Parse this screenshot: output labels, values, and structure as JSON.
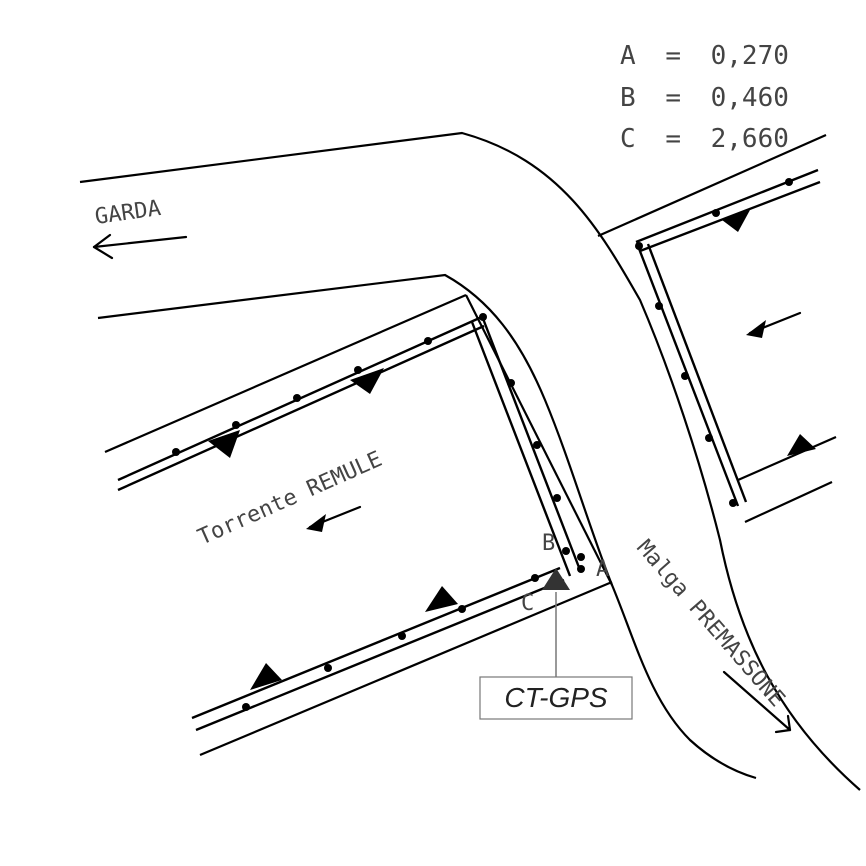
{
  "legend": [
    {
      "label": "A",
      "sep": "=",
      "value": "0,270"
    },
    {
      "label": "B",
      "sep": "=",
      "value": "0,460"
    },
    {
      "label": "C",
      "sep": "=",
      "value": "2,660"
    }
  ],
  "labels": {
    "garda": "GARDA",
    "torrente": "Torrente REMULE",
    "malga": "Malga PREMASSONE",
    "point_a": "A",
    "point_b": "B",
    "point_c": "C"
  },
  "station": {
    "name": "CT-GPS"
  },
  "colors": {
    "line": "#000000",
    "text": "#444444",
    "background": "#ffffff"
  }
}
